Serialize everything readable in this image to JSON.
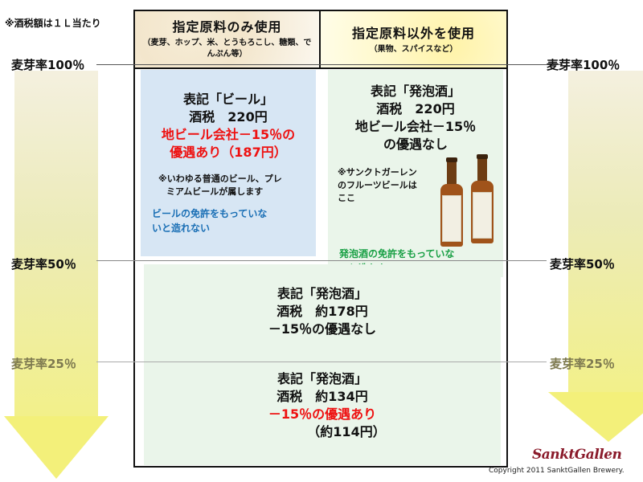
{
  "top_note": "※酒税額は１Ｌ当たり",
  "header": {
    "left_title": "指定原料のみ使用",
    "left_sub": "（麦芽、ホップ、米、とうもろこし、糖類、でんぷん等）",
    "right_title": "指定原料以外を使用",
    "right_sub": "（果物、スパイスなど）"
  },
  "levels": {
    "l100": "麦芽率100％",
    "l50": "麦芽率50％",
    "l25": "麦芽率25％"
  },
  "beer_box": {
    "line1": "表記「ビール」",
    "line2": "酒税　220円",
    "red1": "地ビール会社－15％の",
    "red2": "優遇あり（187円）",
    "note1": "※いわゆる普通のビール、プレ",
    "note2": "ミアムビールが属します",
    "license1": "ビールの免許をもっていな",
    "license2": "いと造れない"
  },
  "happoshu_top_box": {
    "line1": "表記「発泡酒」",
    "line2": "酒税　220円",
    "line3": "地ビール会社－15％",
    "line4": "の優遇なし",
    "note1": "※サンクトガーレン",
    "note2": "のフルーツビールは",
    "note3": "ここ",
    "license1": "発泡酒の免許をもっていな",
    "license2": "いと造れない"
  },
  "middle_box": {
    "line1": "表記「発泡酒」",
    "line2": "酒税　約178円",
    "line3": "－15％の優遇なし"
  },
  "bottom_box": {
    "line1": "表記「発泡酒」",
    "line2": "酒税　約134円",
    "red1": "－15％の優遇あり",
    "line4": "（約114円）"
  },
  "logo": "SanktGallen",
  "copyright": "Copyright 2011 SanktGallen Brewery.",
  "colors": {
    "red": "#ee1111",
    "blue_text": "#1a6fb5",
    "green_text": "#19a045",
    "beer_box_bg": "#d7e6f4",
    "happoshu_box_bg": "#eaf5ea",
    "arrow": "#f2f08a"
  }
}
